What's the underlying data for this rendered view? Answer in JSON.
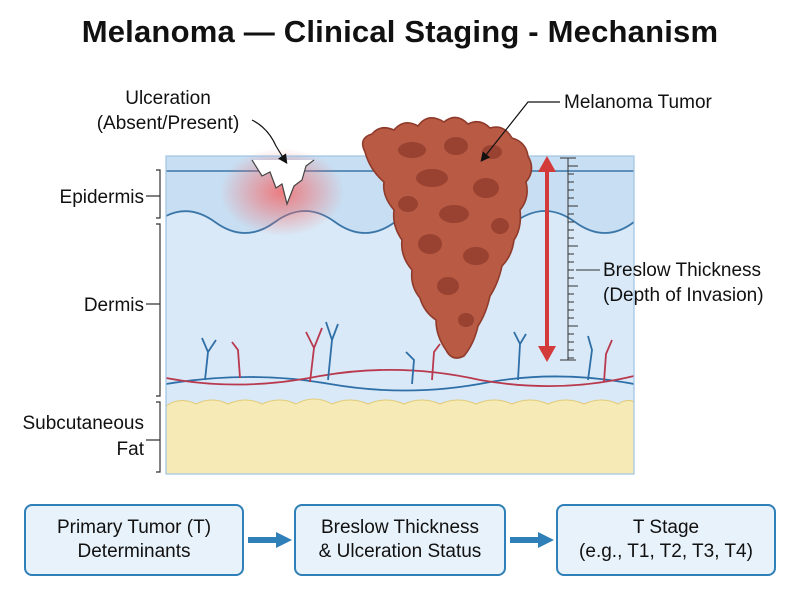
{
  "title": "Melanoma — Clinical Staging - Mechanism",
  "labels": {
    "ulceration": [
      "Ulceration",
      "(Absent/Present)"
    ],
    "tumor": "Melanoma Tumor",
    "epidermis": "Epidermis",
    "dermis": "Dermis",
    "fat": [
      "Subcutaneous",
      "Fat"
    ],
    "breslow": [
      "Breslow Thickness",
      "(Depth of Invasion)"
    ]
  },
  "flow": [
    {
      "line1": "Primary Tumor (T)",
      "line2": "Determinants"
    },
    {
      "line1": "Breslow Thickness",
      "line2": "& Ulceration Status"
    },
    {
      "line1": "T Stage",
      "line2": "(e.g., T1, T2, T3, T4)"
    }
  ],
  "colors": {
    "epidermis": "#cfe3f4",
    "dermis": "#d9e9f7",
    "fat": "#f6eab6",
    "tumor": "#b85a44",
    "tumor_dark": "#8f3a2b",
    "breslow_arrow": "#d33a3a",
    "flow_border": "#2f7fb8",
    "flow_fill": "#e8f2fa"
  }
}
